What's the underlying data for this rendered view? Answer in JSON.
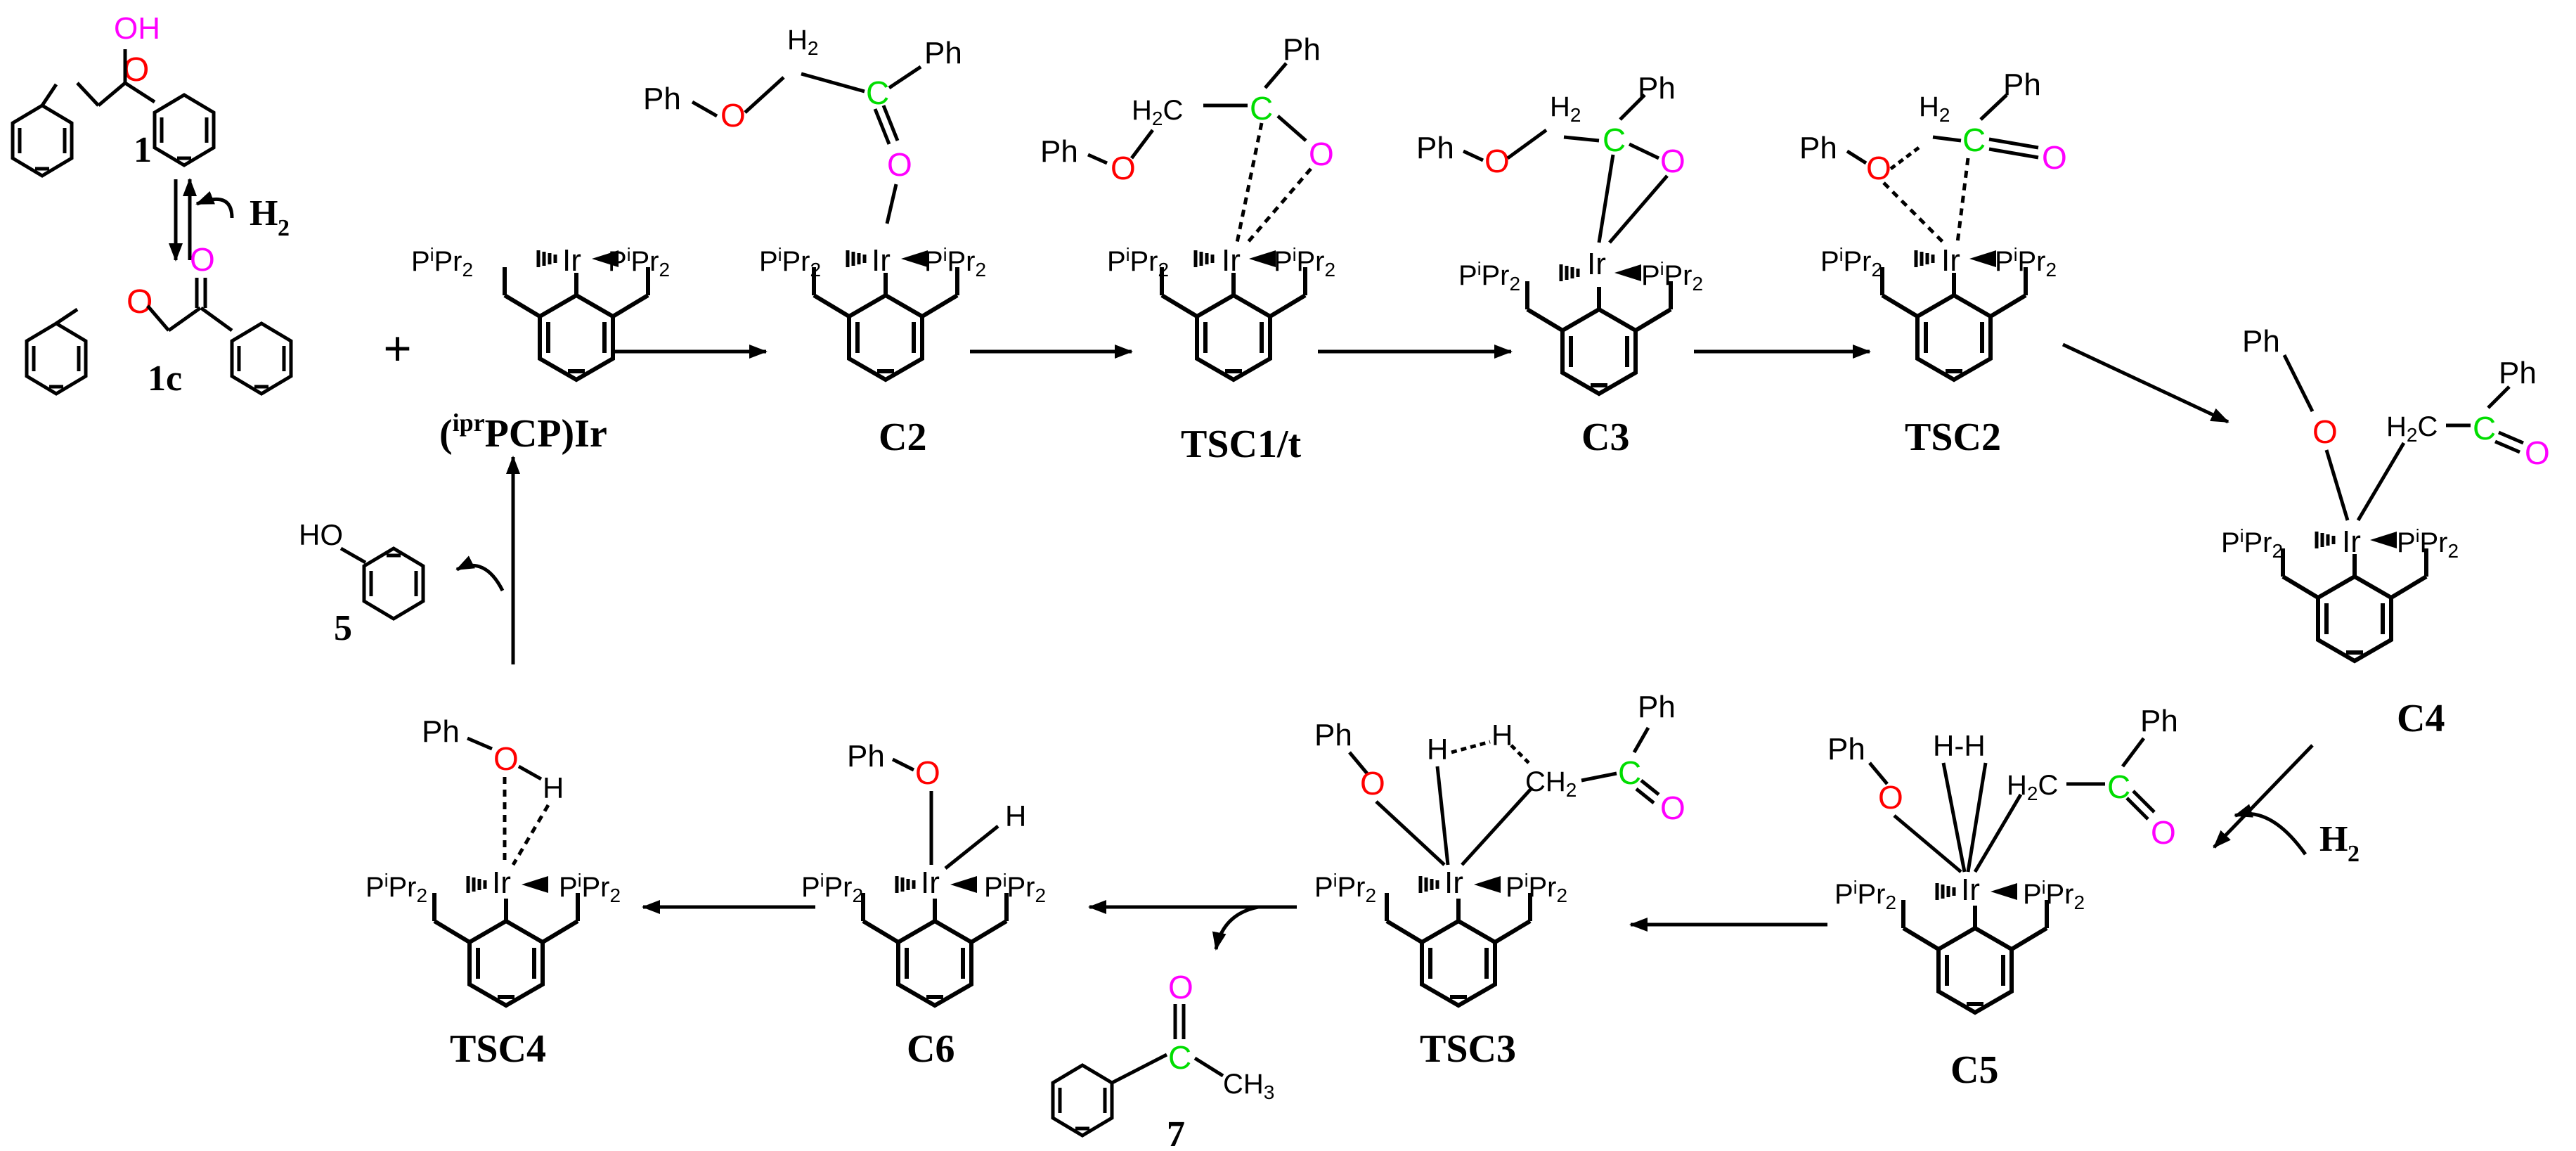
{
  "colors": {
    "oxygen": "#ff0000",
    "hydroxyl_oxygen": "#ff00ff",
    "carbonyl_carbon": "#00dd00",
    "bond": "#000000"
  },
  "atoms": {
    "ph": "Ph",
    "o": "O",
    "oh": "OH",
    "ho": "HO",
    "h": "H",
    "hh": "H-H",
    "ch2": "CH",
    "h2c": "H",
    "c": "C",
    "ir": "Ir",
    "p": "P",
    "i": "i",
    "pr": "Pr",
    "two": "2",
    "ch3": "CH"
  },
  "labels": {
    "cmpd_1": "1",
    "cmpd_1c": "1c",
    "h2_top": "H",
    "h2_right": "H",
    "plus": "+",
    "ipr_pcp_ir": "(iprPCP)Ir",
    "c2": "C2",
    "tsc1": "TSC1/t",
    "c3": "C3",
    "tsc2": "TSC2",
    "c4": "C4",
    "c5": "C5",
    "tsc3": "TSC3",
    "c6": "C6",
    "tsc4": "TSC4",
    "cmpd_5": "5",
    "cmpd_7": "7"
  }
}
